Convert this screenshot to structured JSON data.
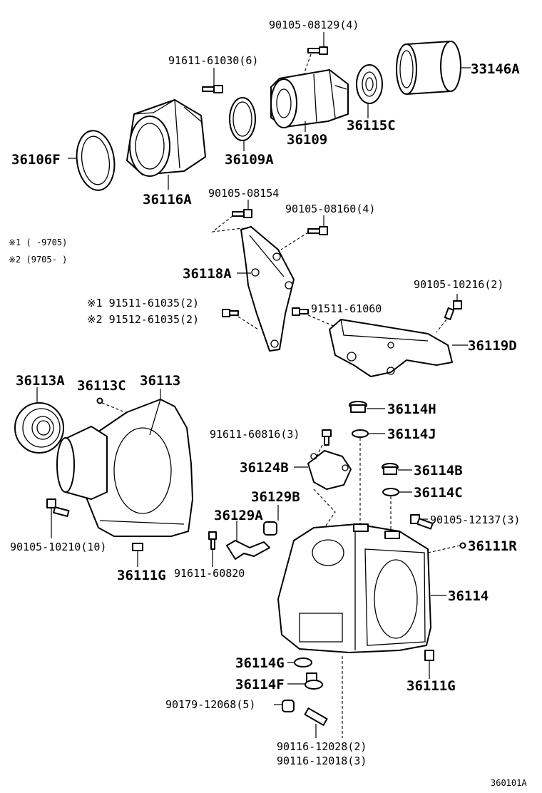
{
  "notes": {
    "note1": "※1 (    -9705)",
    "note2": "※2 (9705-    )"
  },
  "labels": {
    "l_90105_08129": "90105-08129(4)",
    "l_91611_61030": "91611-61030(6)",
    "l_33146A": "33146A",
    "l_36115C": "36115C",
    "l_36109": "36109",
    "l_36109A": "36109A",
    "l_36106F": "36106F",
    "l_36116A": "36116A",
    "l_90105_08154": "90105-08154",
    "l_90105_08160": "90105-08160(4)",
    "l_36118A": "36118A",
    "l_90105_10216": "90105-10216(2)",
    "l_91511_61035": "※1 91511-61035(2)",
    "l_91512_61035": "※2 91512-61035(2)",
    "l_91511_61060": "91511-61060",
    "l_36119D": "36119D",
    "l_36113A": "36113A",
    "l_36113C": "36113C",
    "l_36113": "36113",
    "l_36114H": "36114H",
    "l_91611_60816": "91611-60816(3)",
    "l_36114J": "36114J",
    "l_36124B": "36124B",
    "l_36114B": "36114B",
    "l_36129B": "36129B",
    "l_36114C": "36114C",
    "l_36129A": "36129A",
    "l_90105_12137": "90105-12137(3)",
    "l_90105_10210": "90105-10210(10)",
    "l_36111R": "36111R",
    "l_36111G_left": "36111G",
    "l_91611_60820": "91611-60820",
    "l_36114": "36114",
    "l_36114G": "36114G",
    "l_36114F": "36114F",
    "l_36111G_right": "36111G",
    "l_90179_12068": "90179-12068(5)",
    "l_90116_12028": "90116-12028(2)",
    "l_90116_12018": "90116-12018(3)",
    "l_ref": "360101A"
  },
  "icons": {
    "bolt": "bolt-icon",
    "ring": "o-ring-icon",
    "bearing": "bearing-icon",
    "housing": "housing-icon",
    "bracket": "bracket-icon"
  }
}
